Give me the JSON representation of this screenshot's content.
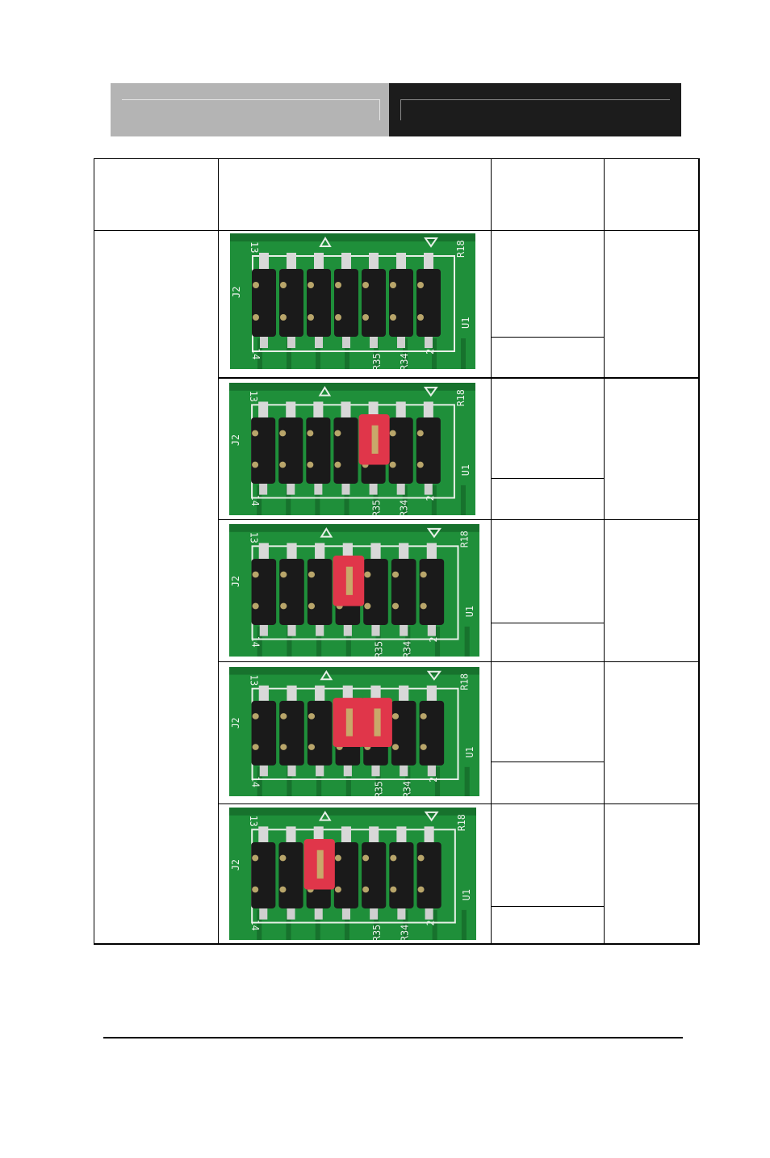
{
  "header": {
    "left_band_color": "#b4b4b4",
    "right_band_color": "#1c1c1c"
  },
  "table": {
    "headers": [
      "",
      "",
      "",
      ""
    ],
    "rows": [
      {
        "photo": "jumper-photo-no-jumper",
        "jumper_pins": [],
        "setting": "",
        "function": ""
      },
      {
        "photo": "jumper-photo-jumper-pos-5",
        "jumper_pins": [
          5
        ],
        "setting": "",
        "function": ""
      },
      {
        "photo": "jumper-photo-jumper-pos-4",
        "jumper_pins": [
          4
        ],
        "setting": "",
        "function": ""
      },
      {
        "photo": "jumper-photo-jumper-pos-4-5",
        "jumper_pins": [
          4,
          5
        ],
        "setting": "",
        "function": ""
      },
      {
        "photo": "jumper-photo-jumper-pos-3",
        "jumper_pins": [
          3
        ],
        "setting": "",
        "function": ""
      }
    ]
  },
  "board_labels": {
    "pin_top": "13",
    "pin_bottom": "14",
    "connector": "J2",
    "chip": "U1",
    "resistor_top": "R18",
    "resistor_a": "R35",
    "resistor_b": "R34",
    "marker": "2"
  },
  "colors": {
    "pcb_green": "#1f8f3a",
    "jumper_red": "#e0364a",
    "header_black": "#1a1a1a"
  }
}
